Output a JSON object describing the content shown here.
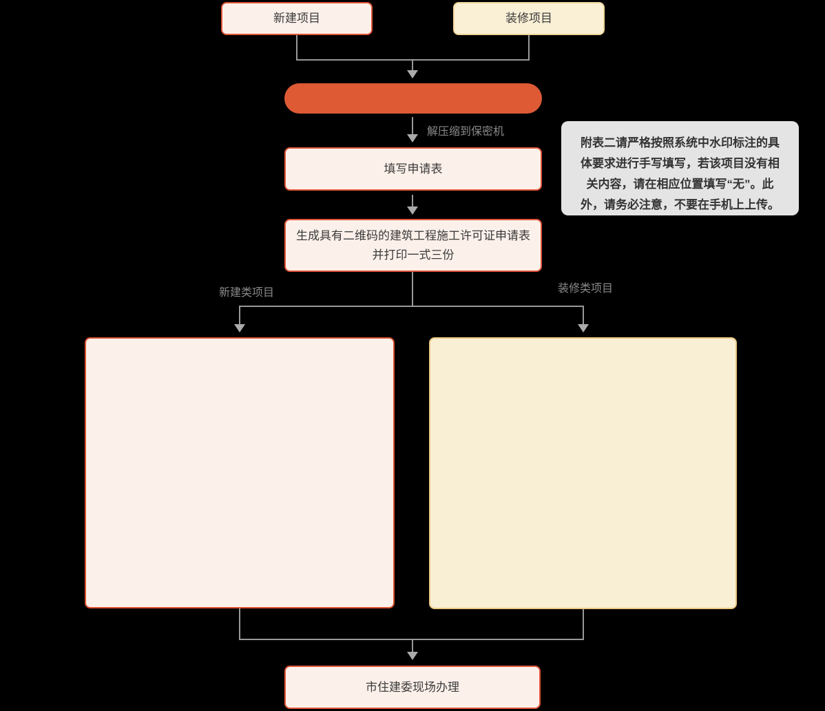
{
  "flowchart": {
    "top_nodes": {
      "new_project": "新建项目",
      "renovation_project": "装修项目"
    },
    "steps": {
      "fill_form": "填写申请表",
      "generate_line1": "生成具有二维码的建筑工程施工许可证申请表",
      "generate_line2": "并打印一式三份",
      "onsite": "市住建委现场办理"
    },
    "edge_labels": {
      "decompress": "解压缩到保密机",
      "new_type": "新建类项目",
      "renovation_type": "装修类项目"
    },
    "note": "附表二请严格按照系统中水印标注的具体要求进行手写填写，若该项目没有相关内容，请在相应位置填写“无”。此外，请务必注意，不要在手机上上传。"
  },
  "colors": {
    "background": "#000000",
    "red_border": "#E2563A",
    "red_fill": "#FCF1EA",
    "yellow_border": "#F1D89B",
    "yellow_fill": "#FAF0D6",
    "big_yellow_fill": "#F8EFD5",
    "big_yellow_border": "#ECC882",
    "pill_fill": "#DD5A35",
    "note_background": "#E4E4E4",
    "connector_line": "#999999",
    "node_text": "#3A3A3A",
    "edge_label_text": "#8A8A8A"
  }
}
